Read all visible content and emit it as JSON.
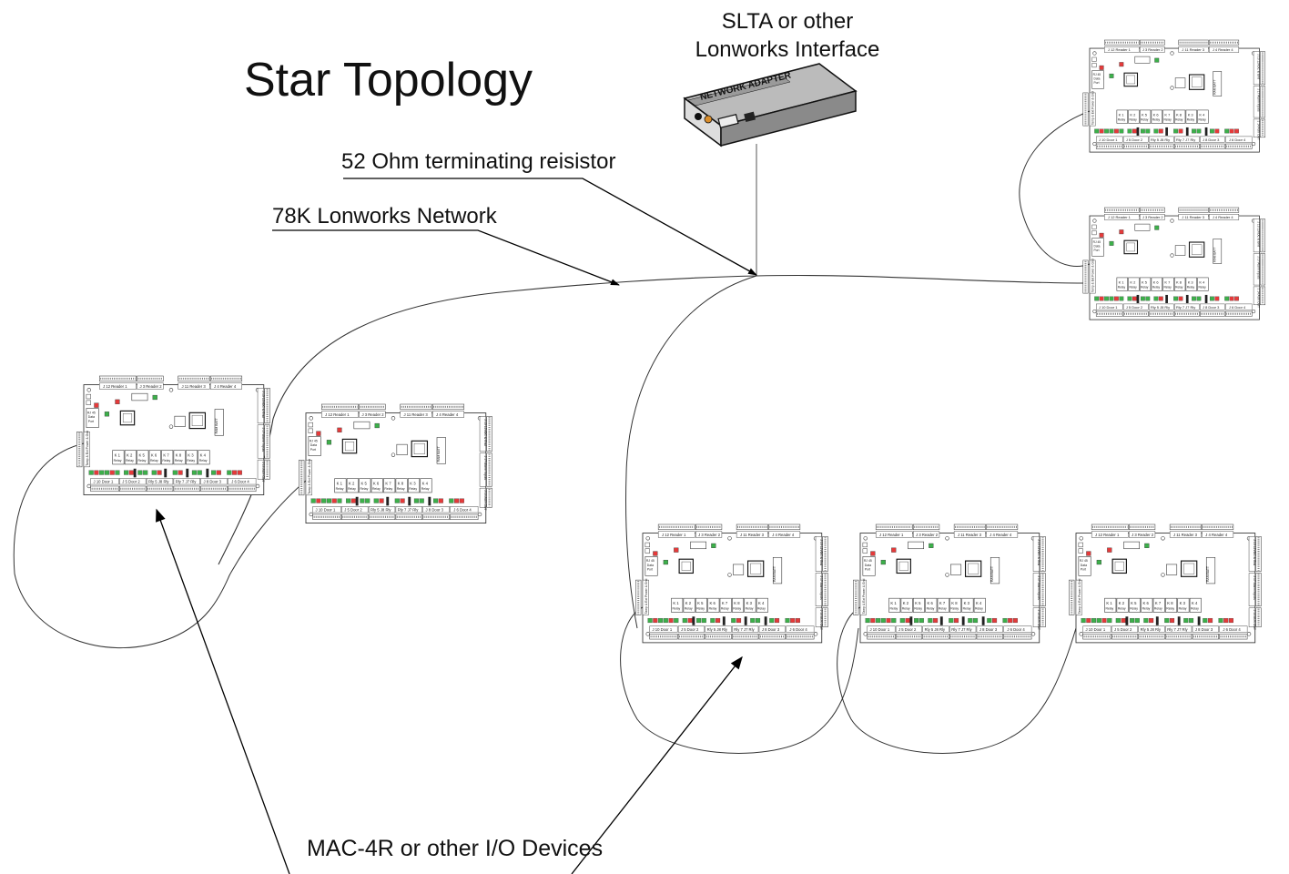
{
  "title": "Star Topology",
  "interface_label": {
    "line1": "SLTA or other",
    "line2": "Lonworks Interface"
  },
  "adapter_text": "NETWORK ADAPTER",
  "terminator_label": "52 Ohm terminating reisistor",
  "network_label": "78K Lonworks Network",
  "devices_label": "MAC-4R or other I/O Devices",
  "board": {
    "headers_top": [
      "J 12 Reader 1",
      "J 3 Reader 2",
      "J 11 Reader 3",
      "J 4 Reader 4"
    ],
    "headers_bottom": [
      "J 10 Door 1",
      "J 5 Door 2",
      "Rly 5 J8 Rly",
      "Rly 7 J7 Rly",
      "J 8 Door 3",
      "J 6 Door 4"
    ],
    "relays": [
      "K 1",
      "K 2",
      "K 5",
      "K 6",
      "K 7",
      "K 8",
      "K 3",
      "K 4"
    ],
    "relay_sub": "Relay",
    "data_port": [
      "RJ 45",
      "Data",
      "Port"
    ],
    "ram": "RAM BATT",
    "side_right": [
      "J 13 12VDC & Gnd",
      "J 17 Alarm Inputs",
      "J 14 AUX OUT"
    ],
    "side_left": "Tamp & Ext Power & Gnd"
  }
}
